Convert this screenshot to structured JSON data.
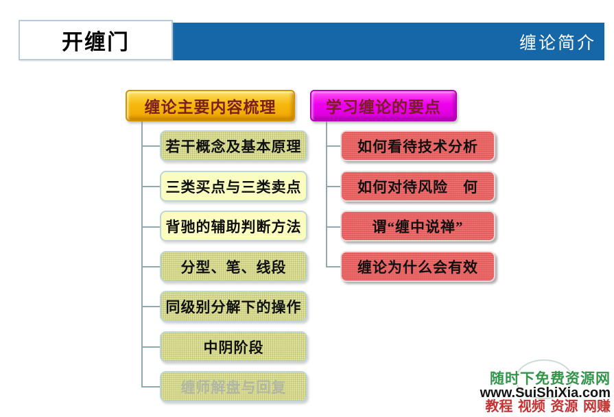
{
  "header": {
    "badge": "开缠门",
    "title": "缠论简介"
  },
  "left_column": {
    "title": "缠论主要内容梳理",
    "items": [
      {
        "label": "若干概念及基本原理",
        "style": "textured"
      },
      {
        "label": "三类买点与三类卖点",
        "style": "plain"
      },
      {
        "label": "背驰的辅助判断方法",
        "style": "plain"
      },
      {
        "label": "分型、笔、线段",
        "style": "textured"
      },
      {
        "label": "同级别分解下的操作",
        "style": "textured"
      },
      {
        "label": "中阴阶段",
        "style": "textured"
      },
      {
        "label": "缠师解盘与回复",
        "style": "textured-disabled"
      }
    ]
  },
  "right_column": {
    "title": "学习缠论的要点",
    "items": [
      {
        "label": "如何看待技术分析"
      },
      {
        "label": "如何对待风险　何"
      },
      {
        "label": "谓“缠中说禅”"
      },
      {
        "label": "缠论为什么会有效"
      }
    ]
  },
  "watermark": {
    "line1": "随时下免费资源网",
    "line2": "www.SuiShiXia.com",
    "line3": "教程 视频 资源 网赚"
  },
  "colors": {
    "title_bar_blue": "#1667a8",
    "gold_header": "#f7b90f",
    "magenta_header": "#ee00ee",
    "yellow_plain": "#fbfdc0",
    "yellow_textured": "#e0e39c",
    "red_item": "#ee6d6d",
    "connector": "#8fa9ae",
    "watermark_green": "#31954a",
    "watermark_red": "#c43232"
  }
}
